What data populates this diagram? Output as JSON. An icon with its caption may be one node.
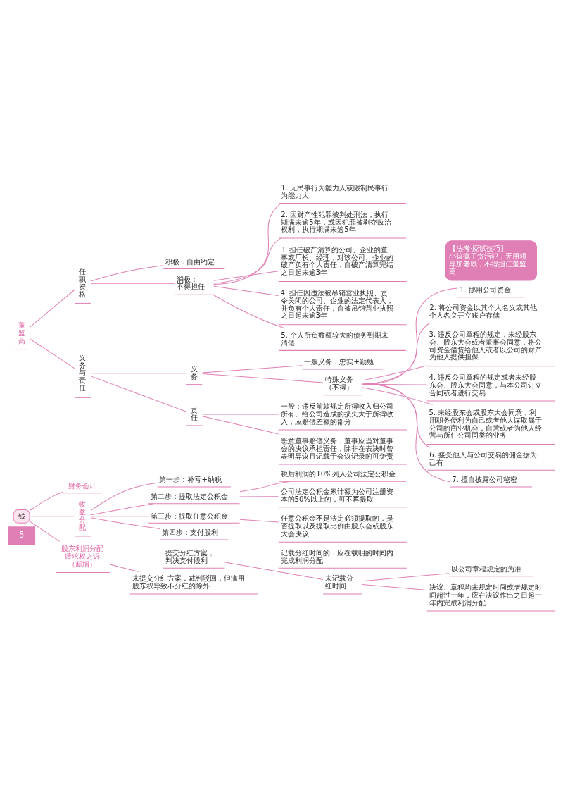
{
  "diagram": {
    "nodes": [
      {
        "text": [
          "董监高"
        ]
      },
      {
        "text": [
          "任职资格"
        ]
      },
      {
        "text": [
          "积极：自由约定"
        ]
      },
      {
        "text": [
          "消极：不得担任"
        ]
      },
      {
        "text": [
          "1. 无民事行为能力人或限制民事行为能力人"
        ]
      },
      {
        "text": [
          "2. 因财产性犯罪被判处刑法，执行期满未逾5年，或因犯罪被剥夺政治权利，执行期满未逾5年"
        ]
      },
      {
        "text": [
          "3. 担任破产清算的公司、企业的董事或厂长、经理，对该公司、企业的破产负有个人责任，自破产清算完结之日起未逾3年"
        ]
      },
      {
        "text": [
          "4. 担任因违法被吊销营业执照、责令关闭的公司、企业的法定代表人，并负有个人责任，自被吊销营业执照之日起未逾3年"
        ]
      },
      {
        "text": [
          "5. 个人所负数额较大的债务到期未清偿"
        ]
      },
      {
        "text": [
          "【法考·应试技巧】",
          "小孩疯子贪污犯，无用领导加老赖，不得担任董监高"
        ]
      },
      {
        "text": [
          "义务与责任"
        ]
      },
      {
        "text": [
          "义务"
        ]
      },
      {
        "text": [
          "一般义务：忠实+勤勉"
        ]
      },
      {
        "text": [
          "特殊义务（不得）"
        ]
      },
      {
        "text": [
          "1. 挪用公司资金"
        ]
      },
      {
        "text": [
          "2. 将公司资金以其个人名义或其他个人名义开立账户存储"
        ]
      },
      {
        "text": [
          "3. 违反公司章程的规定，未经股东会、股东大会或者董事会同意，将公司资金借贷给他人或者以公司的财产为他人提供担保"
        ]
      },
      {
        "text": [
          "4. 违反公司章程的规定或者未经股东会、股东大会同意，与本公司订立合同或者进行交易"
        ]
      },
      {
        "text": [
          "5. 未经股东会或股东大会同意，利用职务便利为自己或者他人谋取属于公司的商业机会，自营或者为他人经营与所任公司同类的业务"
        ]
      },
      {
        "text": [
          "6. 接受他人与公司交易的佣金据为己有"
        ]
      },
      {
        "text": [
          "7. 擅自披露公司秘密"
        ]
      },
      {
        "text": [
          "责任"
        ]
      },
      {
        "text": [
          "一般：违反前款规定所得收入归公司所有。给公司造成的损失大于所得收入，应赔偿差额的部分"
        ]
      },
      {
        "text": [
          "恶意董事赔偿义务：董事应当对董事会的决议承担责任，除非在表决时曾表明异议且记载于会议记录的可免责"
        ]
      },
      {
        "text": [
          "钱"
        ]
      },
      {
        "text": [
          "财务会计"
        ]
      },
      {
        "text": [
          "收益分配"
        ]
      },
      {
        "text": [
          "第一步：补亏+纳税"
        ]
      },
      {
        "text": [
          "第二步：提取法定公积金"
        ]
      },
      {
        "text": [
          "税后利润的10%列入公司法定公积金"
        ]
      },
      {
        "text": [
          "公司法定公积金累计额为公司注册资本的50%以上的，可不再提取"
        ]
      },
      {
        "text": [
          "第三步：提取任意公积金"
        ]
      },
      {
        "text": [
          "任意公积金不是法定必须提取的，是否提取以及提取比例由股东会或股东大会决议"
        ]
      },
      {
        "text": [
          "第四步：支付股利"
        ]
      },
      {
        "text": [
          "股东利润分配请求权之诉（新增）"
        ]
      },
      {
        "text": [
          "提交分红方案，判决支付股利"
        ]
      },
      {
        "text": [
          "记载分红时间的：应在载明的时间内完成利润分配"
        ]
      },
      {
        "text": [
          "未记载分红时间"
        ]
      },
      {
        "text": [
          "以公司章程规定的为准"
        ]
      },
      {
        "text": [
          "决议、章程均未规定时间或者规定时间超过一年，应在决议作出之日起一年内完成利润分配"
        ]
      },
      {
        "text": [
          "未提交分红方案，裁判驳回，但滥用股东权导致不分红的除外"
        ]
      }
    ],
    "edges": [
      {
        "from": 0,
        "to": 1,
        "arrow": "none"
      },
      {
        "from": 1,
        "to": 2,
        "arrow": "none"
      },
      {
        "from": 1,
        "to": 3,
        "arrow": "none"
      },
      {
        "from": 3,
        "to": 4,
        "arrow": "none"
      },
      {
        "from": 3,
        "to": 5,
        "arrow": "none"
      },
      {
        "from": 3,
        "to": 6,
        "arrow": "none"
      },
      {
        "from": 3,
        "to": 7,
        "arrow": "none"
      },
      {
        "from": 3,
        "to": 8,
        "arrow": "none"
      },
      {
        "from": 0,
        "to": 10,
        "arrow": "none"
      },
      {
        "from": 10,
        "to": 11,
        "arrow": "none"
      },
      {
        "from": 11,
        "to": 12,
        "arrow": "none"
      },
      {
        "from": 11,
        "to": 13,
        "arrow": "none"
      },
      {
        "from": 13,
        "to": 14,
        "arrow": "none"
      },
      {
        "from": 13,
        "to": 15,
        "arrow": "none"
      },
      {
        "from": 13,
        "to": 16,
        "arrow": "none"
      },
      {
        "from": 13,
        "to": 17,
        "arrow": "none"
      },
      {
        "from": 13,
        "to": 18,
        "arrow": "none"
      },
      {
        "from": 13,
        "to": 19,
        "arrow": "none"
      },
      {
        "from": 13,
        "to": 20,
        "arrow": "none"
      },
      {
        "from": 10,
        "to": 21,
        "arrow": "none"
      },
      {
        "from": 21,
        "to": 22,
        "arrow": "none"
      },
      {
        "from": 21,
        "to": 23,
        "arrow": "none"
      },
      {
        "from": 24,
        "to": 25,
        "arrow": "none"
      },
      {
        "from": 24,
        "to": 26,
        "arrow": "none"
      },
      {
        "from": 26,
        "to": 27,
        "arrow": "none"
      },
      {
        "from": 26,
        "to": 28,
        "arrow": "none"
      },
      {
        "from": 28,
        "to": 29,
        "arrow": "none"
      },
      {
        "from": 28,
        "to": 30,
        "arrow": "none"
      },
      {
        "from": 26,
        "to": 31,
        "arrow": "none"
      },
      {
        "from": 31,
        "to": 32,
        "arrow": "none"
      },
      {
        "from": 26,
        "to": 33,
        "arrow": "none"
      },
      {
        "from": 24,
        "to": 34,
        "arrow": "none"
      },
      {
        "from": 34,
        "to": 35,
        "arrow": "none"
      },
      {
        "from": 35,
        "to": 36,
        "arrow": "none"
      },
      {
        "from": 35,
        "to": 37,
        "arrow": "none"
      },
      {
        "from": 37,
        "to": 38,
        "arrow": "none"
      },
      {
        "from": 37,
        "to": 39,
        "arrow": "none"
      },
      {
        "from": 34,
        "to": 40,
        "arrow": "none"
      }
    ],
    "labels": [
      "5"
    ]
  }
}
